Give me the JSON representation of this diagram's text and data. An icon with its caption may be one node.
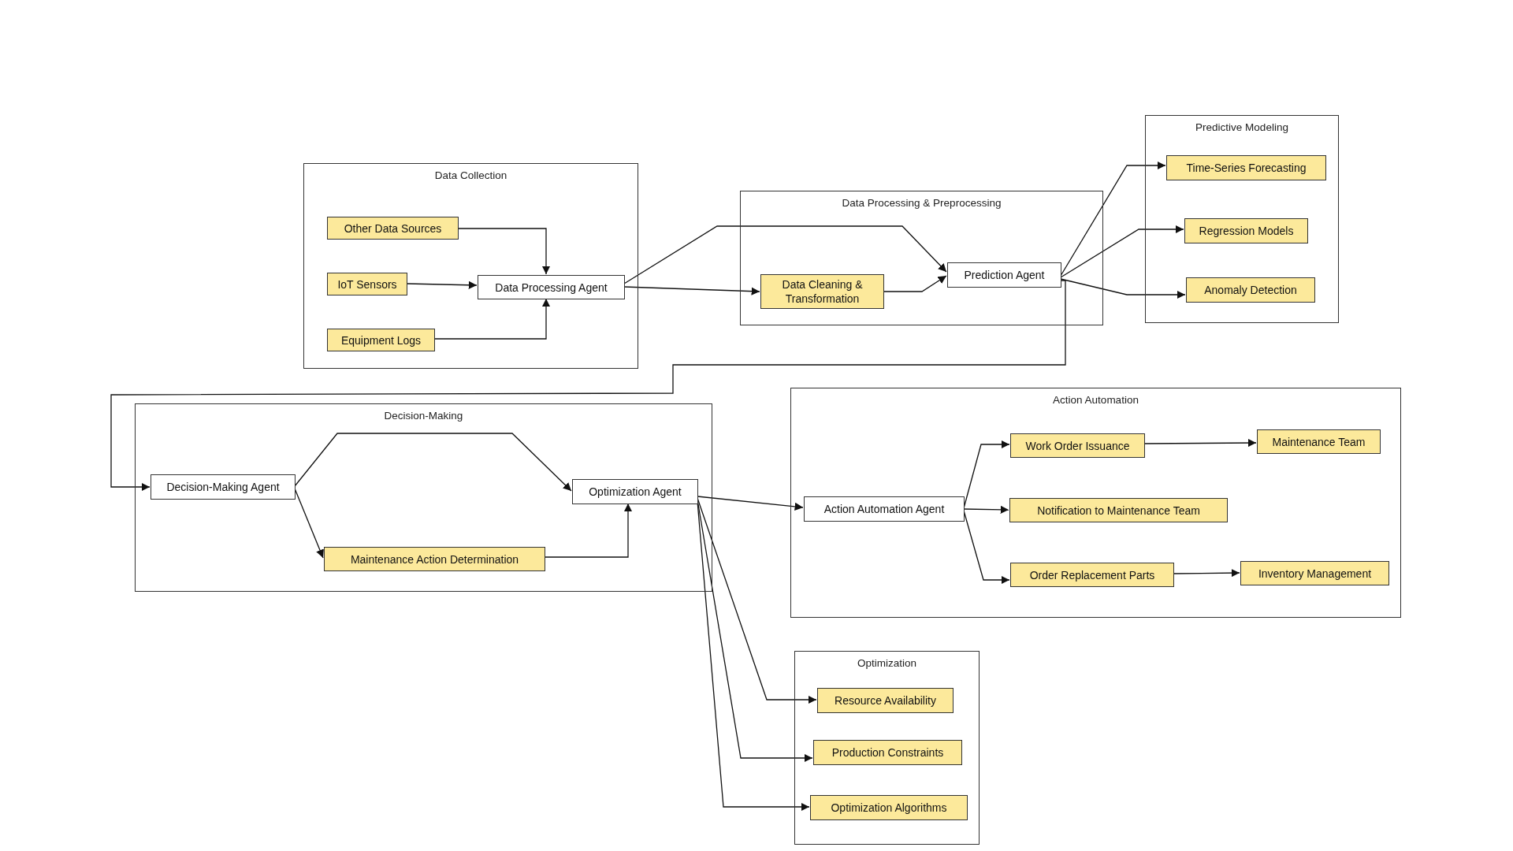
{
  "diagram": {
    "nodes": [
      {
        "text": [
          "Data Collection"
        ]
      },
      {
        "text": [
          "Other Data Sources"
        ],
        "in": 0
      },
      {
        "text": [
          "IoT Sensors"
        ],
        "in": 0
      },
      {
        "text": [
          "Equipment Logs"
        ],
        "in": 0
      },
      {
        "text": [
          "Data Processing Agent"
        ],
        "in": 0
      },
      {
        "text": [
          "Data Processing & Preprocessing"
        ]
      },
      {
        "text": [
          "Data Cleaning & Transformation"
        ],
        "in": 5
      },
      {
        "text": [
          "Prediction Agent"
        ],
        "in": 5
      },
      {
        "text": [
          "Predictive Modeling"
        ]
      },
      {
        "text": [
          "Time-Series Forecasting"
        ],
        "in": 8
      },
      {
        "text": [
          "Regression Models"
        ],
        "in": 8
      },
      {
        "text": [
          "Anomaly Detection"
        ],
        "in": 8
      },
      {
        "text": [
          "Decision-Making"
        ]
      },
      {
        "text": [
          "Decision-Making Agent"
        ],
        "in": 12
      },
      {
        "text": [
          "Optimization Agent"
        ],
        "in": 12
      },
      {
        "text": [
          "Maintenance Action Determination"
        ],
        "in": 12
      },
      {
        "text": [
          "Action Automation"
        ]
      },
      {
        "text": [
          "Action Automation Agent"
        ],
        "in": 16
      },
      {
        "text": [
          "Work Order Issuance"
        ],
        "in": 16
      },
      {
        "text": [
          "Notification to Maintenance Team"
        ],
        "in": 16
      },
      {
        "text": [
          "Order Replacement Parts"
        ],
        "in": 16
      },
      {
        "text": [
          "Maintenance Team"
        ],
        "in": 16
      },
      {
        "text": [
          "Inventory Management"
        ],
        "in": 16
      },
      {
        "text": [
          "Optimization"
        ]
      },
      {
        "text": [
          "Resource Availability"
        ],
        "in": 23
      },
      {
        "text": [
          "Production Constraints"
        ],
        "in": 23
      },
      {
        "text": [
          "Optimization Algorithms"
        ],
        "in": 23
      }
    ],
    "edges": [
      {
        "from": 1,
        "to": 4,
        "arrow": "to"
      },
      {
        "from": 2,
        "to": 4,
        "arrow": "to"
      },
      {
        "from": 3,
        "to": 4,
        "arrow": "to"
      },
      {
        "from": 4,
        "to": 7,
        "arrow": "to"
      },
      {
        "from": 4,
        "to": 6,
        "arrow": "to"
      },
      {
        "from": 6,
        "to": 7,
        "arrow": "to"
      },
      {
        "from": 7,
        "to": 9,
        "arrow": "to"
      },
      {
        "from": 7,
        "to": 10,
        "arrow": "to"
      },
      {
        "from": 7,
        "to": 11,
        "arrow": "to"
      },
      {
        "from": 7,
        "to": 13,
        "arrow": "to"
      },
      {
        "from": 13,
        "to": 14,
        "arrow": "to"
      },
      {
        "from": 13,
        "to": 15,
        "arrow": "to"
      },
      {
        "from": 15,
        "to": 14,
        "arrow": "to"
      },
      {
        "from": 14,
        "to": 17,
        "arrow": "to"
      },
      {
        "from": 14,
        "to": 24,
        "arrow": "to"
      },
      {
        "from": 14,
        "to": 25,
        "arrow": "to"
      },
      {
        "from": 14,
        "to": 26,
        "arrow": "to"
      },
      {
        "from": 17,
        "to": 18,
        "arrow": "to"
      },
      {
        "from": 17,
        "to": 19,
        "arrow": "to"
      },
      {
        "from": 17,
        "to": 20,
        "arrow": "to"
      },
      {
        "from": 18,
        "to": 21,
        "arrow": "to"
      },
      {
        "from": 20,
        "to": 22,
        "arrow": "to"
      }
    ]
  }
}
